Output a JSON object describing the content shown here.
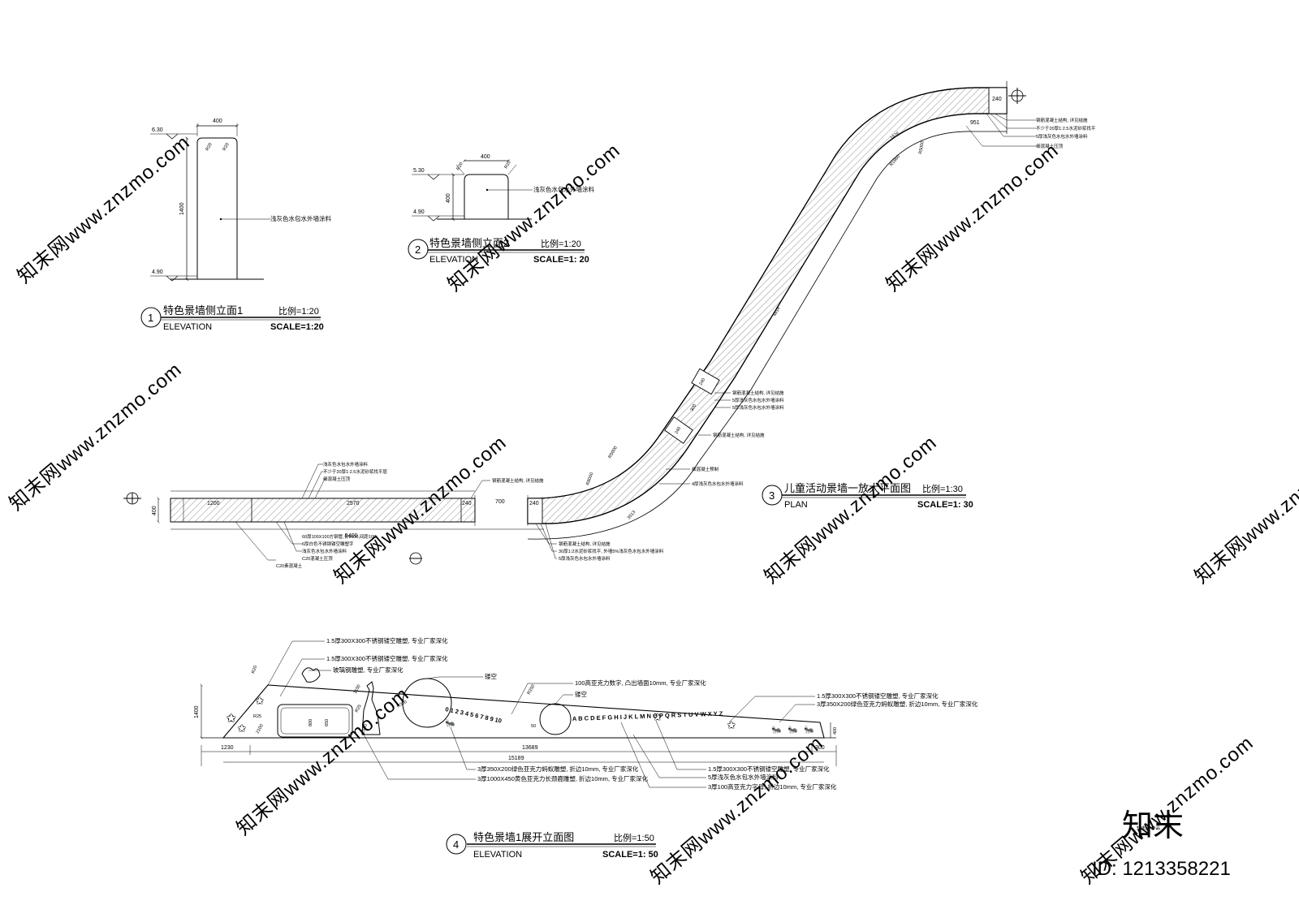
{
  "elev1": {
    "num": "1",
    "title": "特色景墙侧立面1",
    "scale_cn": "比例=1:20",
    "label_en": "ELEVATION",
    "scale_en": "SCALE=1:20",
    "level_top": "6.30",
    "level_bottom": "4.90",
    "dim_width": "400",
    "dim_height": "1400",
    "radius_left": "R20",
    "radius_right": "R20",
    "note": "浅灰色水包水外墙涂料"
  },
  "elev2": {
    "num": "2",
    "title": "特色景墙侧立面2",
    "scale_cn": "比例=1:20",
    "label_en": "ELEVATION",
    "scale_en": "SCALE=1: 20",
    "level_top": "5.30",
    "level_bottom": "4.90",
    "dim_width": "400",
    "dim_height": "400",
    "radius_left": "R20",
    "radius_right": "R20",
    "note": "浅灰色水包水外墙涂料"
  },
  "plan": {
    "num": "3",
    "title": "儿童活动景墙一放大平面图",
    "scale_cn": "比例=1:30",
    "label_en": "PLAN",
    "scale_en": "SCALE=1: 30",
    "dims": {
      "d1200": "1200",
      "d2570": "2570",
      "d240a": "240",
      "d700": "700",
      "d240b": "240",
      "d5400": "5400",
      "d400": "400",
      "d240top": "240",
      "d951": "951",
      "d1676": "1676",
      "r5000a": "R5000",
      "r1860": "R1860",
      "d4619": "4619",
      "d240mid1": "240",
      "d300": "300",
      "d240mid2": "240",
      "r5000b": "R5000",
      "r8000": "R8000",
      "d3513": "3513"
    },
    "notes_left_top": [
      "浅灰色水包水外墙涂料",
      "不少于20厚1:2.5水泥砂浆找平层",
      "细混凝土压顶"
    ],
    "notes_left_bottom": [
      "60厚100X100方钢管,长1000,间距100",
      "6厚白色不锈钢镂空雕塑字",
      "浅灰色水包水外墙涂料",
      "C20混凝土压顶",
      "C20素混凝土"
    ],
    "notes_mid_top": [
      "钢筋混凝土结构, 详见结施"
    ],
    "notes_mid_bottom": [
      "钢筋混凝土结构, 详见结施",
      "30厚1:2水泥砂浆找平, 外墙5%浅灰色水包水外墙涂料",
      "5厚浅灰色水包水外墙涂料"
    ],
    "notes_center": [
      "钢筋混凝土结构, 详见结施",
      "5厚浅灰色水包水外墙涂料",
      "5厚浅灰色水包水外墙涂料"
    ],
    "notes_center_low": [
      "钢筋混凝土结构, 详见结施"
    ],
    "notes_curve": [
      "细混凝土预制",
      "4厚浅灰色水包水外墙涂料"
    ],
    "notes_right": [
      "钢筋混凝土结构, 详见结施",
      "不少于20厚1:2.5水泥砂浆找平",
      "5厚浅灰色水包水外墙涂料",
      "细混凝土压顶"
    ]
  },
  "elev4": {
    "num": "4",
    "title": "特色景墙1展开立面图",
    "scale_cn": "比例=1:50",
    "label_en": "ELEVATION",
    "scale_en": "SCALE=1: 50",
    "dims": {
      "d1230": "1230",
      "d13689": "13689",
      "d300": "300",
      "d15189": "15189",
      "d1400": "1400",
      "d400": "400",
      "r20": "R20",
      "r25a": "R25",
      "r25b": "R25",
      "d800": "800",
      "d650": "650",
      "d1100": "1100",
      "r350": "R350",
      "r250": "R250",
      "d2500": "2500",
      "d50": "50",
      "d2100": "2100"
    },
    "numbers_text": "0 1 2 3 4 5 6 7 8 9 10",
    "letters_text": "A B C D E F G H I J K L M N O P Q R S T U V W X Y Z",
    "notes_top": [
      "1.5厚300X300不锈钢镂空雕塑, 专业厂家深化",
      "1.5厚300X300不锈钢镂空雕塑, 专业厂家深化",
      "玻璃钢雕塑, 专业厂家深化",
      "镂空",
      "100高亚克力数字, 凸出墙面10mm, 专业厂家深化",
      "镂空",
      "1.5厚300X300不锈钢镂空雕塑, 专业厂家深化",
      "3厚350X200绿色亚克力蚂蚁雕塑, 折边10mm, 专业厂家深化"
    ],
    "notes_bottom": [
      "3厚350X200绿色亚克力蚂蚁雕塑, 折边10mm, 专业厂家深化",
      "3厚1000X450黄色亚克力长颈鹿雕塑, 折边10mm, 专业厂家深化",
      "1.5厚300X300不锈钢镂空雕塑, 专业厂家深化",
      "5厚浅灰色水包水外墙涂料",
      "3厚100高亚克力字母, 折边10mm, 专业厂家深化"
    ]
  },
  "watermark": {
    "text": "知末网www.znzmo.com",
    "logo": "知末",
    "id": "ID: 1213358221",
    "doc_label": "知末网 作品"
  }
}
